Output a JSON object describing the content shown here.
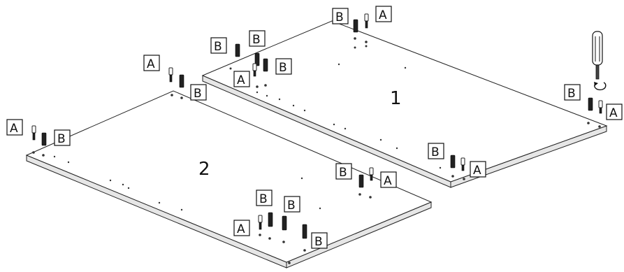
{
  "labels": {
    "cam_bolt": "A",
    "dowel": "B"
  },
  "panels": {
    "panel1_number": "1",
    "panel2_number": "2"
  },
  "icons": {
    "screwdriver": "screwdriver-icon",
    "rotation": "rotate-clockwise-icon"
  }
}
